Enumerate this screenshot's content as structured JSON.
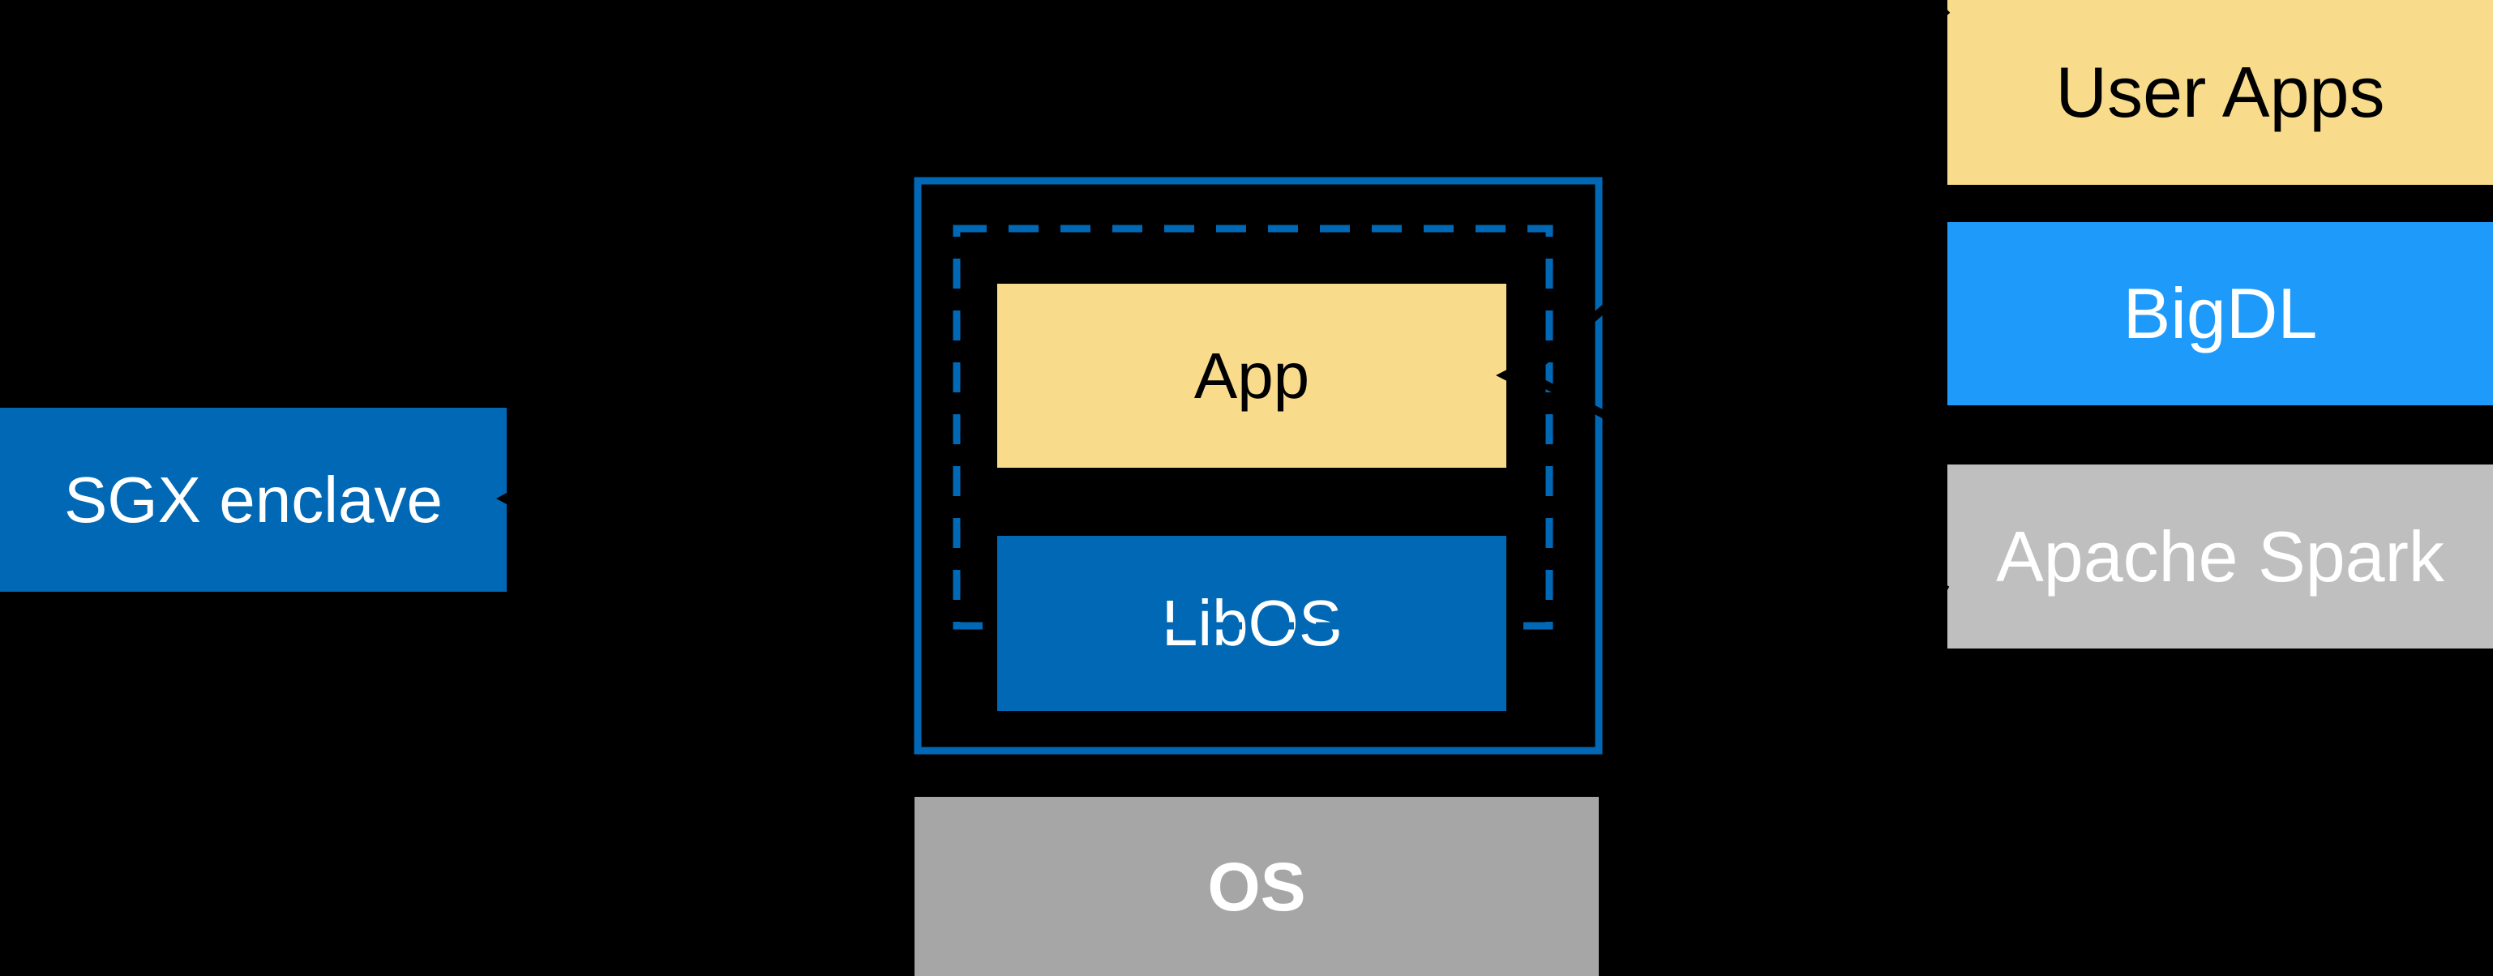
{
  "colors": {
    "background": "#000000",
    "intel_blue": "#0068B5",
    "bright_blue": "#1E9AFB",
    "soft_yellow": "#F8DC8C",
    "os_gray": "#A6A6A6",
    "spark_gray": "#BFBFBF",
    "arrow_black": "#000000",
    "text_light": "#FFFFFF",
    "text_dark": "#000000"
  },
  "diagram": {
    "sgx_label": "SGX enclave",
    "enclave": {
      "app_label": "App",
      "libos_label": "LibOS"
    },
    "os_label": "OS",
    "right_stack": {
      "user_apps_label": "User Apps",
      "bigdl_label": "BigDL",
      "spark_label": "Apache Spark"
    }
  }
}
